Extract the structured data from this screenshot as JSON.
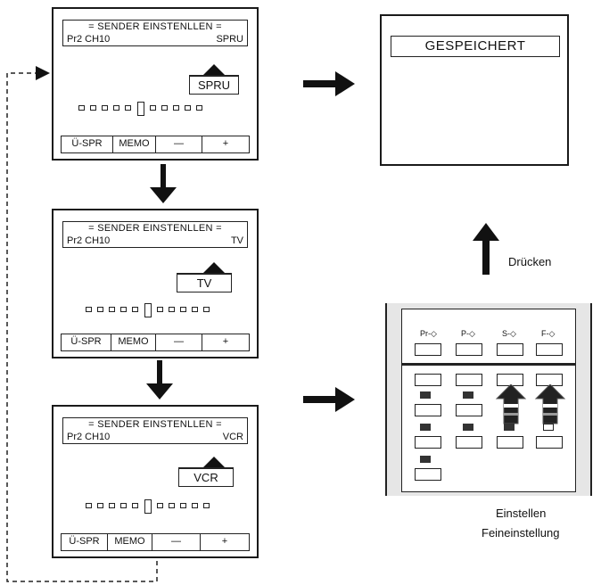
{
  "header": {
    "title": "= SENDER EINSTENLLEN =",
    "program": "Pr2 CH10"
  },
  "screens": [
    {
      "mode": "SPRU",
      "label": "SPRU"
    },
    {
      "mode": "TV",
      "label": "TV"
    },
    {
      "mode": "VCR",
      "label": "VCR"
    }
  ],
  "buttons": {
    "b1": "Ü-SPR",
    "b2": "MEMO",
    "b3": "—",
    "b4": "+"
  },
  "saved": "GESPEICHERT",
  "remote": {
    "k1": "Pr-◇",
    "k2": "P-◇",
    "k3": "S-◇",
    "k4": "F-◇"
  },
  "captions": {
    "press": "Drücken",
    "set": "Einstellen",
    "fine": "Feineinstellung"
  }
}
